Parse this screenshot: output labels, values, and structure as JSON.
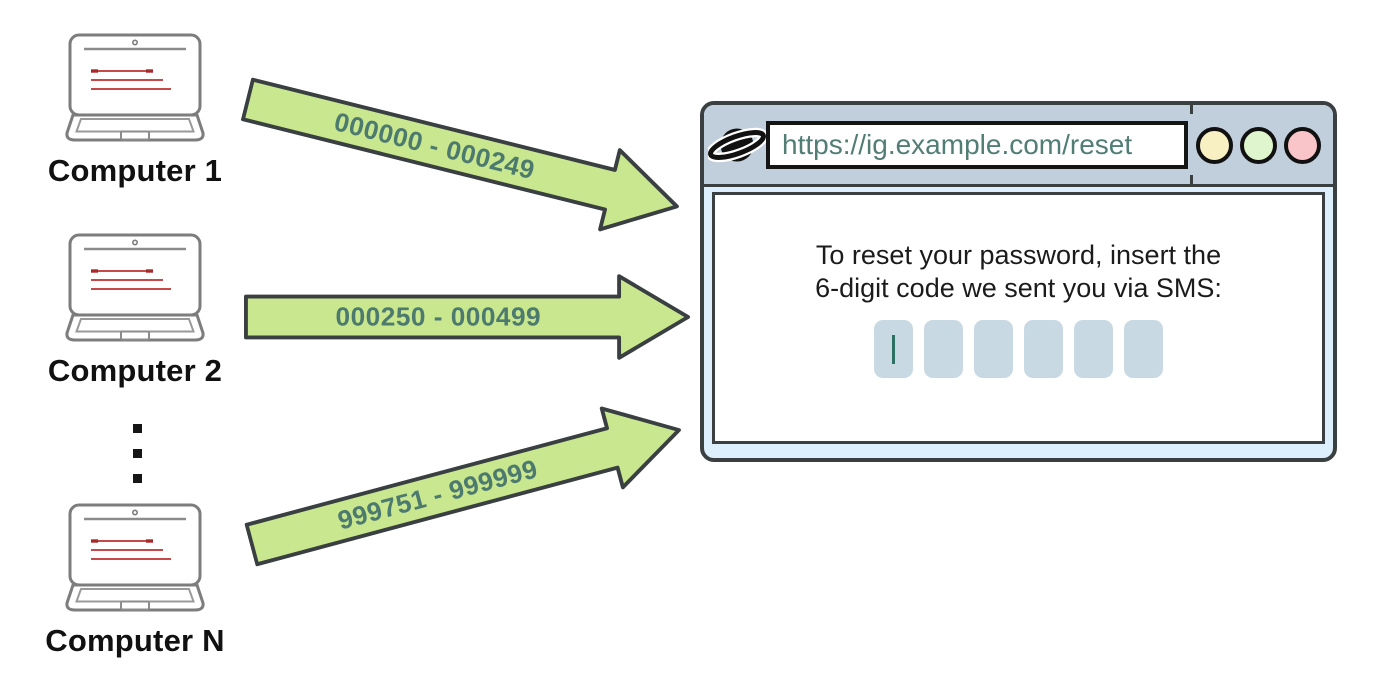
{
  "diagram": {
    "computers": [
      {
        "label": "Computer 1"
      },
      {
        "label": "Computer 2"
      },
      {
        "label": "Computer N"
      }
    ],
    "more_computers_ellipsis_dots": 3,
    "arrows": [
      {
        "range": "000000 - 000249"
      },
      {
        "range": "000250 - 000499"
      },
      {
        "range": "999751 - 999999"
      }
    ],
    "browser": {
      "url": "https://ig.example.com/reset",
      "window_buttons": [
        {
          "name": "yellow",
          "color": "#f8efc3"
        },
        {
          "name": "green",
          "color": "#dff5cd"
        },
        {
          "name": "pink",
          "color": "#f9c5c9"
        }
      ],
      "message_line1": "To reset your password, insert the",
      "message_line2": "6-digit code we sent you via SMS:",
      "code_input": {
        "boxes": 6,
        "value": "",
        "cursor_in_box": 1
      }
    },
    "colors": {
      "arrow_fill": "#c9e78f",
      "arrow_outline": "#3a3f42",
      "arrow_text": "#4d7a6e",
      "browser_header": "#c1cfdc",
      "browser_body": "#ddeefc",
      "url_text": "#527d74",
      "code_box": "#c9d9e4",
      "cursor": "#2e6f63",
      "laptop_text_lines": "#c64848"
    }
  }
}
